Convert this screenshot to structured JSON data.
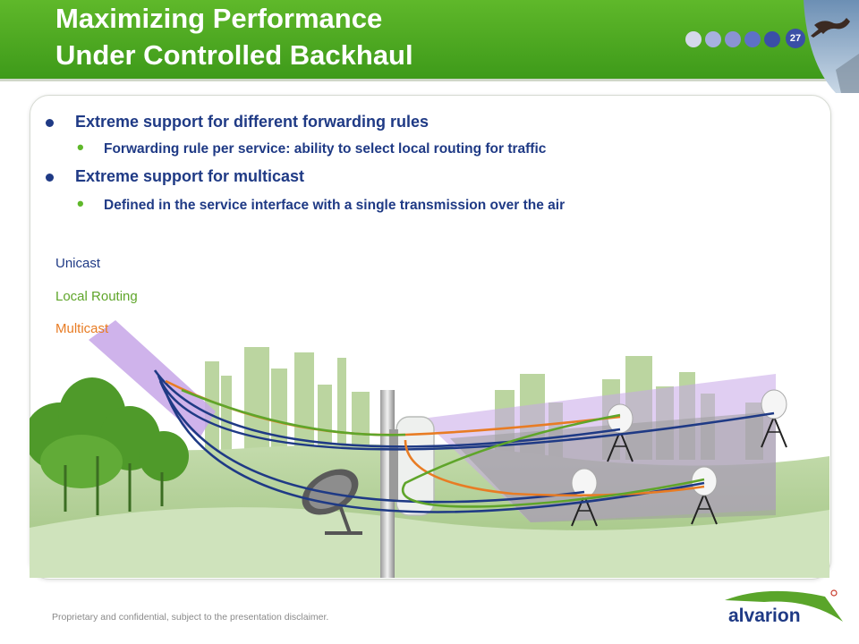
{
  "header": {
    "title_line1": "Maximizing Performance",
    "title_line2": "Under Controlled Backhaul",
    "slide_number": "27",
    "progress_dots": [
      "#d4d8ea",
      "#a7b1df",
      "#8a93d3",
      "#5e71c6",
      "#3a4fa6"
    ]
  },
  "bullets": [
    {
      "level": 1,
      "text": "Extreme support for different forwarding rules"
    },
    {
      "level": 2,
      "text": "Forwarding rule per service: ability to select local routing for traffic"
    },
    {
      "level": 1,
      "text": "Extreme support for multicast"
    },
    {
      "level": 2,
      "text": "Defined in the service interface with a single transmission over the air"
    }
  ],
  "legend": [
    {
      "label": "Unicast",
      "color": "#1f3a85"
    },
    {
      "label": "Local Routing",
      "color": "#5fa52a"
    },
    {
      "label": "Multicast",
      "color": "#e87c24"
    }
  ],
  "footer": {
    "disclaimer": "Proprietary and confidential, subject to the presentation disclaimer.",
    "logo_text": "alvarion"
  },
  "colors": {
    "header_green": "#4da823",
    "navy": "#1f3a85",
    "local_routing_green": "#5fa52a",
    "multicast_orange": "#e87c24",
    "beam_purple": "#c7a6e8"
  }
}
